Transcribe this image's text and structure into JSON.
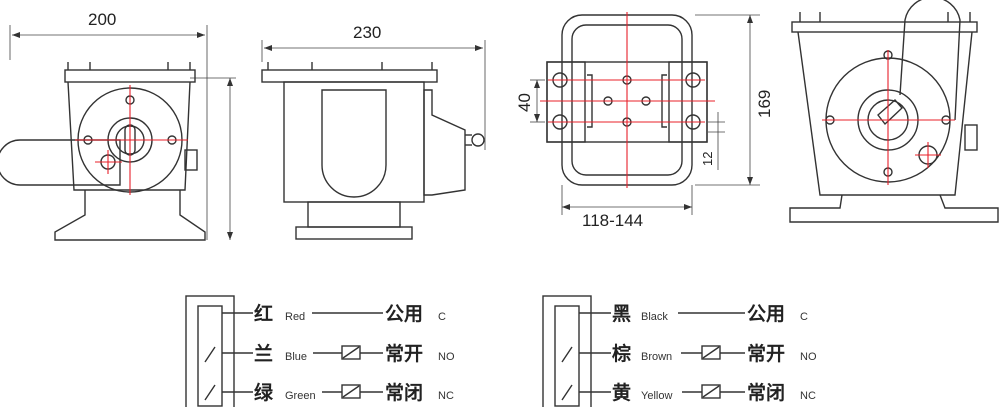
{
  "dimensions": {
    "width_top_left": "200",
    "width_side": "230",
    "dim_40": "40",
    "dim_169": "169",
    "dim_12": "12",
    "dim_118_144": "118-144"
  },
  "wiring": {
    "left": [
      {
        "cn": "红",
        "en": "Red",
        "role_cn": "公用",
        "role_en": "C",
        "switch": false
      },
      {
        "cn": "兰",
        "en": "Blue",
        "role_cn": "常开",
        "role_en": "NO",
        "switch": true
      },
      {
        "cn": "绿",
        "en": "Green",
        "role_cn": "常闭",
        "role_en": "NC",
        "switch": true
      }
    ],
    "right": [
      {
        "cn": "黑",
        "en": "Black",
        "role_cn": "公用",
        "role_en": "C",
        "switch": false
      },
      {
        "cn": "棕",
        "en": "Brown",
        "role_cn": "常开",
        "role_en": "NO",
        "switch": true
      },
      {
        "cn": "黄",
        "en": "Yellow",
        "role_cn": "常闭",
        "role_en": "NC",
        "switch": true
      }
    ]
  },
  "colors": {
    "line": "#333333",
    "centerline": "#e8202a"
  }
}
